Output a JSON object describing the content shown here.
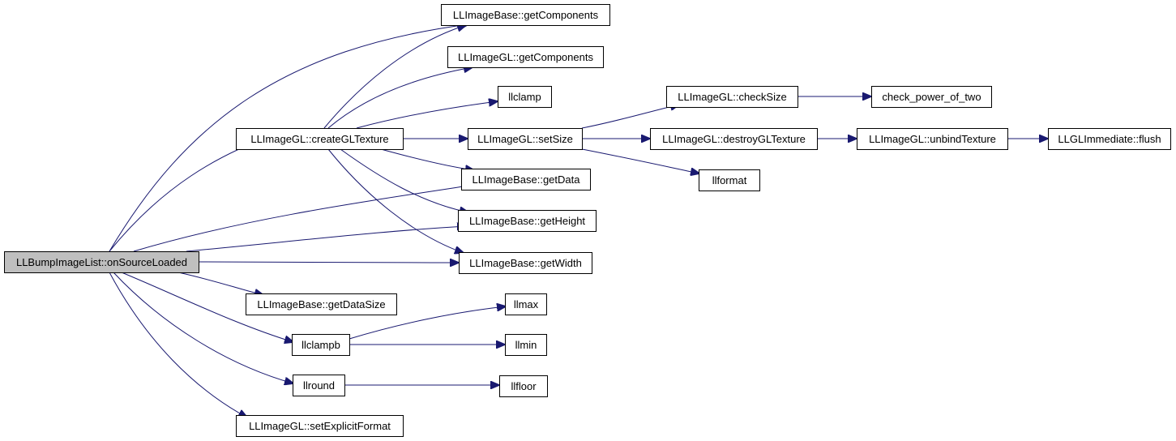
{
  "root_label": "LLBumpImageList::onSourceLoaded",
  "colors": {
    "edge": "#191970",
    "node_border": "#000000",
    "node_fill": "#ffffff",
    "root_fill": "#bfbfbf"
  },
  "nodes": [
    {
      "id": "onSourceLoaded",
      "label": "LLBumpImageList::onSourceLoaded",
      "root": true
    },
    {
      "id": "baseGetComponents",
      "label": "LLImageBase::getComponents"
    },
    {
      "id": "glGetComponents",
      "label": "LLImageGL::getComponents"
    },
    {
      "id": "llclamp",
      "label": "llclamp"
    },
    {
      "id": "createGLTexture",
      "label": "LLImageGL::createGLTexture"
    },
    {
      "id": "setSize",
      "label": "LLImageGL::setSize"
    },
    {
      "id": "checkSize",
      "label": "LLImageGL::checkSize"
    },
    {
      "id": "checkPow2",
      "label": "check_power_of_two"
    },
    {
      "id": "destroyGLTexture",
      "label": "LLImageGL::destroyGLTexture"
    },
    {
      "id": "unbindTexture",
      "label": "LLImageGL::unbindTexture"
    },
    {
      "id": "flush",
      "label": "LLGLImmediate::flush"
    },
    {
      "id": "llformat",
      "label": "llformat"
    },
    {
      "id": "getData",
      "label": "LLImageBase::getData"
    },
    {
      "id": "getHeight",
      "label": "LLImageBase::getHeight"
    },
    {
      "id": "getWidth",
      "label": "LLImageBase::getWidth"
    },
    {
      "id": "getDataSize",
      "label": "LLImageBase::getDataSize"
    },
    {
      "id": "llmax",
      "label": "llmax"
    },
    {
      "id": "llclampb",
      "label": "llclampb"
    },
    {
      "id": "llmin",
      "label": "llmin"
    },
    {
      "id": "llround",
      "label": "llround"
    },
    {
      "id": "llfloor",
      "label": "llfloor"
    },
    {
      "id": "setExplicitFormat",
      "label": "LLImageGL::setExplicitFormat"
    }
  ],
  "edges": [
    [
      "onSourceLoaded",
      "baseGetComponents"
    ],
    [
      "onSourceLoaded",
      "createGLTexture"
    ],
    [
      "onSourceLoaded",
      "getData"
    ],
    [
      "onSourceLoaded",
      "getHeight"
    ],
    [
      "onSourceLoaded",
      "getWidth"
    ],
    [
      "onSourceLoaded",
      "getDataSize"
    ],
    [
      "onSourceLoaded",
      "llclampb"
    ],
    [
      "onSourceLoaded",
      "llround"
    ],
    [
      "onSourceLoaded",
      "setExplicitFormat"
    ],
    [
      "createGLTexture",
      "baseGetComponents"
    ],
    [
      "createGLTexture",
      "glGetComponents"
    ],
    [
      "createGLTexture",
      "llclamp"
    ],
    [
      "createGLTexture",
      "setSize"
    ],
    [
      "createGLTexture",
      "getData"
    ],
    [
      "createGLTexture",
      "getHeight"
    ],
    [
      "createGLTexture",
      "getWidth"
    ],
    [
      "setSize",
      "checkSize"
    ],
    [
      "setSize",
      "destroyGLTexture"
    ],
    [
      "setSize",
      "llformat"
    ],
    [
      "checkSize",
      "checkPow2"
    ],
    [
      "destroyGLTexture",
      "unbindTexture"
    ],
    [
      "unbindTexture",
      "flush"
    ],
    [
      "llclampb",
      "llmax"
    ],
    [
      "llclampb",
      "llmin"
    ],
    [
      "llround",
      "llfloor"
    ]
  ]
}
